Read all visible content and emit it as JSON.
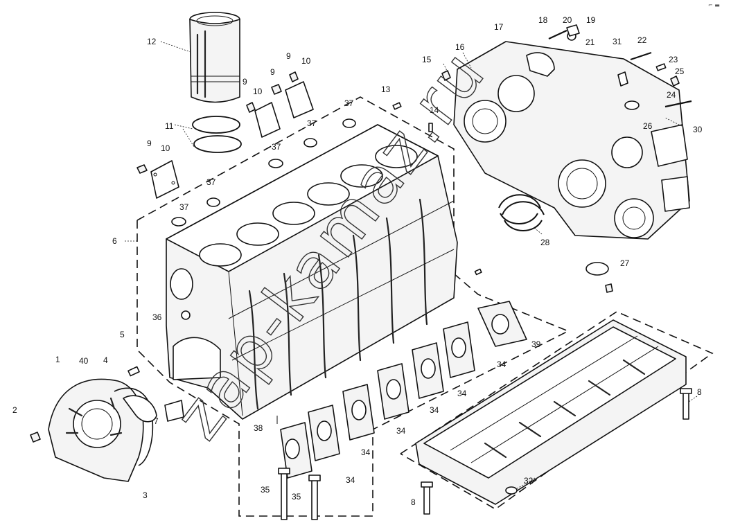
{
  "diagram": {
    "watermark": "zap-kamaz.ru",
    "corner_mark": "⌐ ▬",
    "callouts": {
      "c1": "1",
      "c2": "2",
      "c3": "3",
      "c4": "4",
      "c5": "5",
      "c6": "6",
      "c7": "7",
      "c8a": "8",
      "c8b": "8",
      "c9a": "9",
      "c9b": "9",
      "c9c": "9",
      "c9d": "9",
      "c10a": "10",
      "c10b": "10",
      "c10c": "10",
      "c11": "11",
      "c12": "12",
      "c13": "13",
      "c14": "14",
      "c15": "15",
      "c16": "16",
      "c17": "17",
      "c18": "18",
      "c19": "19",
      "c20": "20",
      "c21": "21",
      "c22": "22",
      "c23": "23",
      "c24": "24",
      "c25": "25",
      "c26": "26",
      "c27": "27",
      "c28": "28",
      "c30": "30",
      "c31": "31",
      "c32": "32",
      "c34a": "34",
      "c34b": "34",
      "c34c": "34",
      "c34d": "34",
      "c34e": "34",
      "c34f": "34",
      "c35a": "35",
      "c35b": "35",
      "c36": "36",
      "c37a": "37",
      "c37b": "37",
      "c37c": "37",
      "c37d": "37",
      "c37e": "37",
      "c38": "38",
      "c39": "39",
      "c40": "40"
    }
  }
}
